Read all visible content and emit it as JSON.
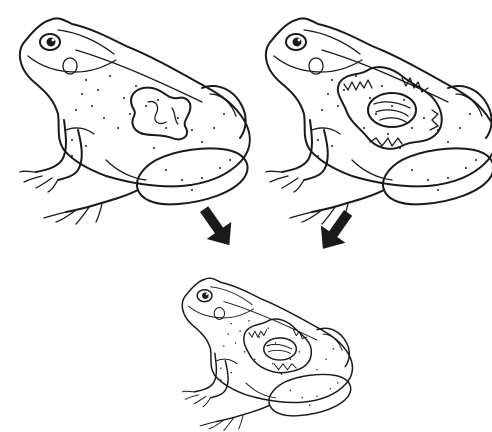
{
  "figure": {
    "panels": [
      {
        "id": "frog-left",
        "icon": "frog-with-outline-pattern-icon"
      },
      {
        "id": "frog-right",
        "icon": "frog-with-detailed-pattern-icon"
      },
      {
        "id": "frog-offspring",
        "icon": "frog-combined-pattern-icon"
      }
    ],
    "arrows": [
      {
        "id": "arrow-left-to-offspring",
        "icon": "down-right-arrow-icon"
      },
      {
        "id": "arrow-right-to-offspring",
        "icon": "down-left-arrow-icon"
      }
    ],
    "colors": {
      "line": "#1a1a1a",
      "background": "#ffffff"
    }
  }
}
